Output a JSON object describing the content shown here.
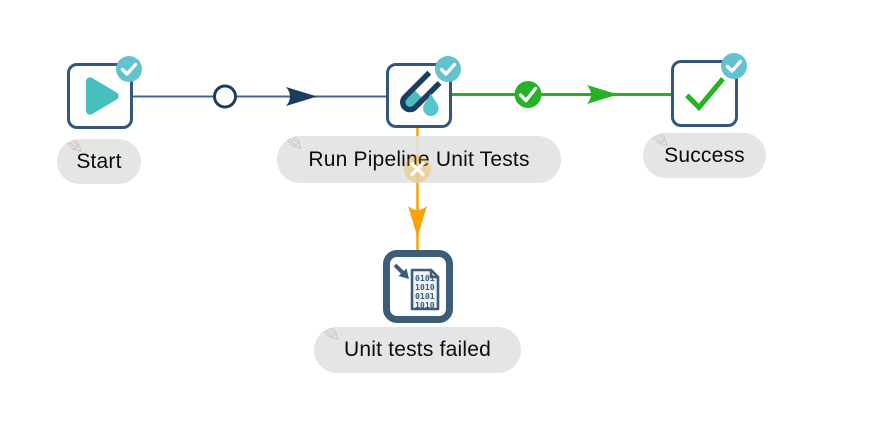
{
  "colors": {
    "background": "#ffffff",
    "node-border": "#33587c",
    "failed-border": "#3d5c78",
    "navy-line": "#44688c",
    "navy-dark": "#1d3d5f",
    "green": "#25b225",
    "orange": "#f8a300",
    "orange-faint": "rgba(248,163,0,0.28)",
    "teal": "#47bfbf",
    "teal-light": "#55c6cb",
    "badge-teal": "#62c3ce",
    "pill-bg": "#e5e5e5",
    "pill-text": "#0c0c10",
    "doc-fill": "#eef3f8",
    "pencil": "#cbcbcb"
  },
  "edit_icon": "✎",
  "nodes": [
    {
      "id": "start",
      "label": "Start",
      "icon": "play-icon",
      "status_badge": "check"
    },
    {
      "id": "run-pipeline-unit-tests",
      "label": "Run Pipeline Unit Tests",
      "icon": "test-tube-icon",
      "status_badge": "check"
    },
    {
      "id": "success",
      "label": "Success",
      "icon": "checkmark-icon",
      "status_badge": "check"
    },
    {
      "id": "unit-tests-failed",
      "label": "Unit tests failed",
      "icon": "binary-file-icon",
      "icon_rows": [
        "0101",
        "1010",
        "0101",
        "1010"
      ]
    }
  ],
  "hops": [
    {
      "from": "Start",
      "to": "Run Pipeline Unit Tests",
      "type": "unconditional",
      "marker": "circle"
    },
    {
      "from": "Run Pipeline Unit Tests",
      "to": "Success",
      "type": "success",
      "marker": "check-circle"
    },
    {
      "from": "Run Pipeline Unit Tests",
      "to": "Unit tests failed",
      "type": "failure",
      "marker": "x-circle"
    }
  ]
}
